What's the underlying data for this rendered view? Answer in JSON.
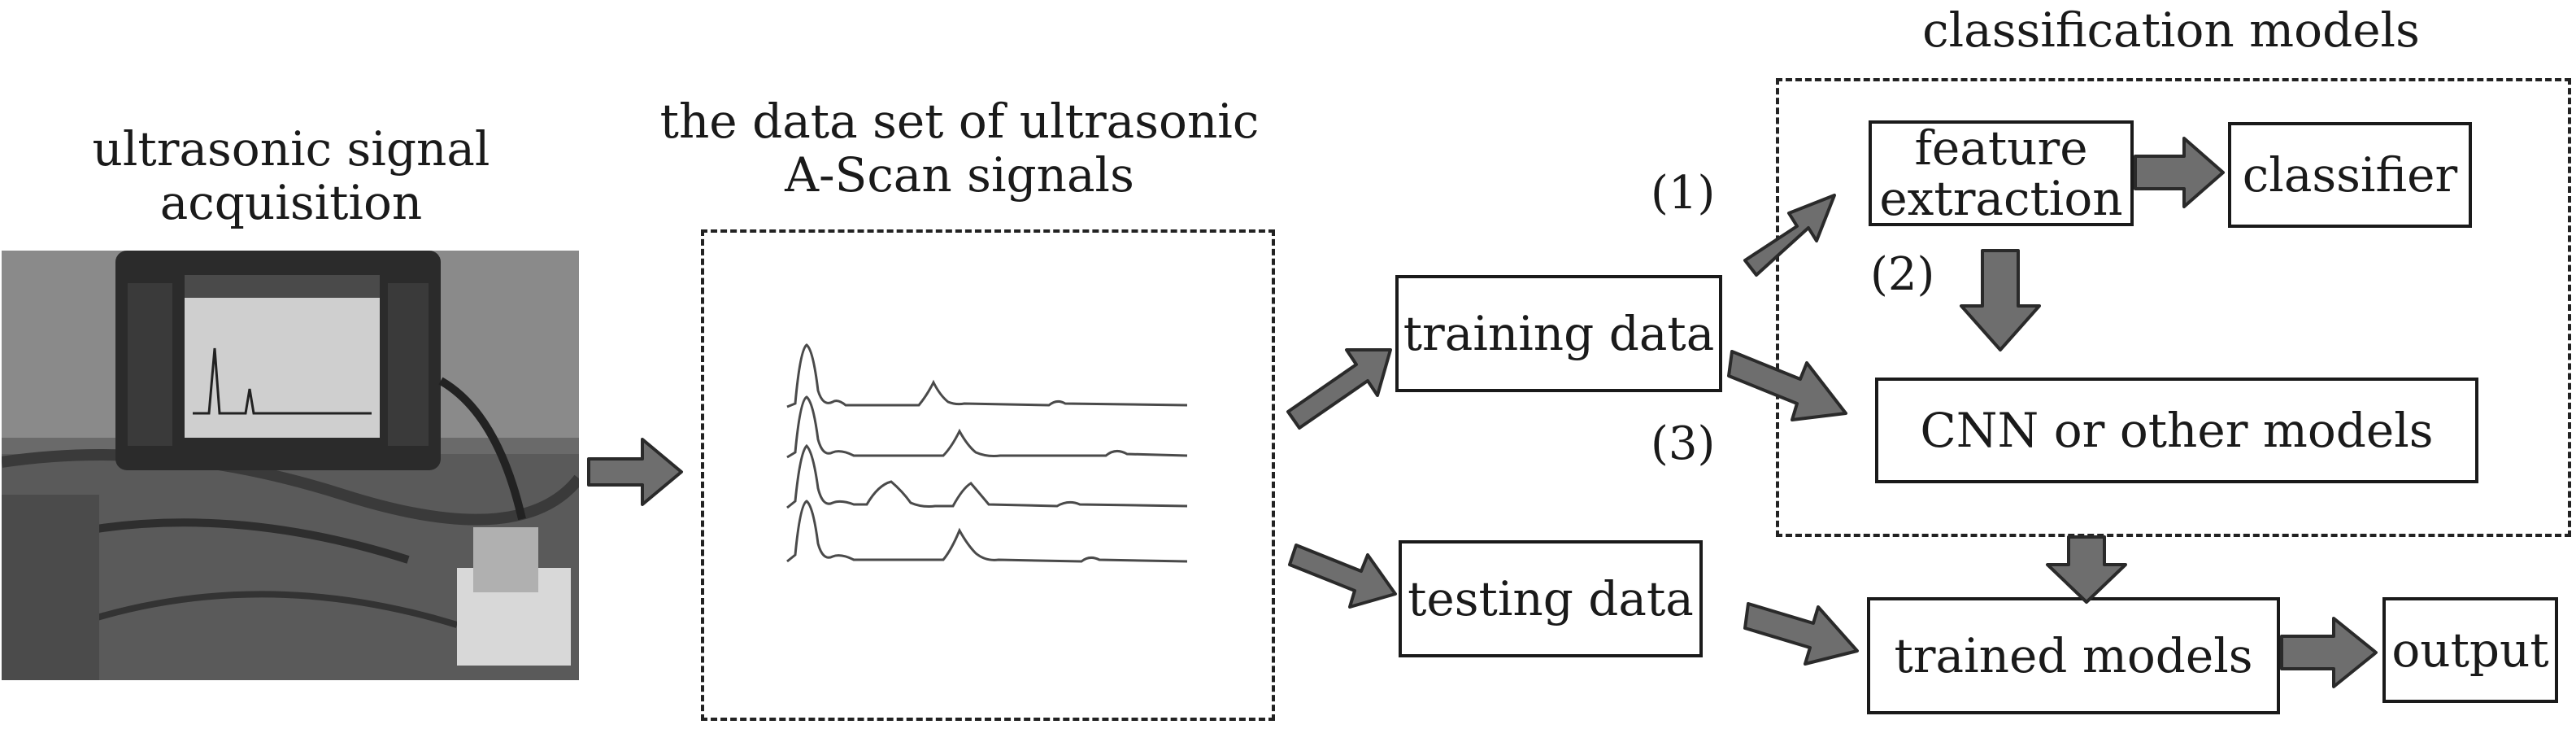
{
  "acquisition": {
    "title_line1": "ultrasonic signal",
    "title_line2": "acquisition"
  },
  "dataset": {
    "title_line1": "the data set of ultrasonic",
    "title_line2": "A-Scan signals"
  },
  "models_group": {
    "title": "classification models"
  },
  "boxes": {
    "feature_line1": "feature",
    "feature_line2": "extraction",
    "classifier": "classifier",
    "cnn": "CNN or other models",
    "training": "training data",
    "testing": "testing data",
    "trained": "trained models",
    "output": "output"
  },
  "paths": {
    "p1": "(1)",
    "p2": "(2)",
    "p3": "(3)"
  },
  "colors": {
    "arrow_fill": "#6e6e6e",
    "arrow_stroke": "#2a2a2a",
    "line": "#1a1a1a"
  }
}
